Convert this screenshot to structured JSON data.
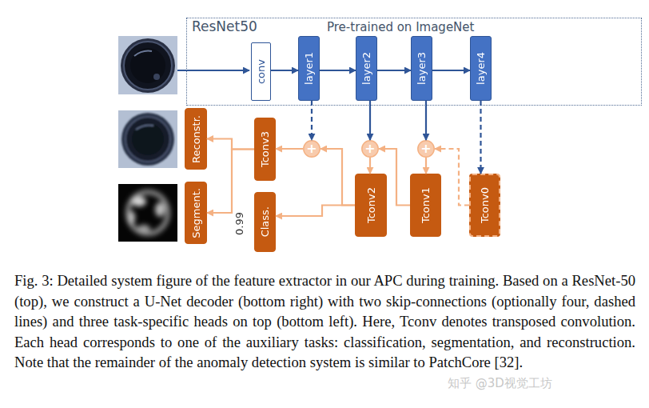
{
  "diagram": {
    "caption": "Fig. 3: Detailed system figure of the feature extractor in our APC during training. Based on a ResNet-50 (top), we construct a U-Net decoder (bottom right) with two skip-connections (optionally four, dashed lines) and three task-specific heads on top (bottom left). Here, Tconv denotes transposed convolution. Each head corresponds to one of the auxiliary tasks: classification, segmentation, and reconstruction. Note that the remainder of the anomaly detection system is similar to PatchCore [32].",
    "nodes": [
      {
        "text": [
          "ResNet50",
          "Pre-trained on ImageNet"
        ]
      },
      {
        "text": [
          "conv"
        ],
        "in": 0
      },
      {
        "text": [
          "layer1"
        ],
        "in": 0
      },
      {
        "text": [
          "layer2"
        ],
        "in": 0
      },
      {
        "text": [
          "layer3"
        ],
        "in": 0
      },
      {
        "text": [
          "layer4"
        ],
        "in": 0
      },
      {
        "text": [
          "Reconstr."
        ]
      },
      {
        "text": [
          "Tconv3"
        ]
      },
      {
        "text": [
          "+"
        ]
      },
      {
        "text": [
          "+"
        ]
      },
      {
        "text": [
          "+"
        ]
      },
      {
        "text": [
          "Segment."
        ]
      },
      {
        "text": [
          "Class."
        ]
      },
      {
        "text": [
          "Tconv2"
        ]
      },
      {
        "text": [
          "Tconv1"
        ]
      },
      {
        "text": [
          "Tconv0"
        ]
      }
    ],
    "edges": [
      {
        "from": 1,
        "to": 2,
        "arrow": "to"
      },
      {
        "from": 2,
        "to": 3,
        "arrow": "to"
      },
      {
        "from": 3,
        "to": 4,
        "arrow": "to"
      },
      {
        "from": 4,
        "to": 5,
        "arrow": "to"
      },
      {
        "from": 2,
        "to": 8,
        "arrow": "to"
      },
      {
        "from": 3,
        "to": 9,
        "arrow": "to"
      },
      {
        "from": 4,
        "to": 10,
        "arrow": "to"
      },
      {
        "from": 5,
        "to": 15,
        "arrow": "to"
      },
      {
        "from": 15,
        "to": 10,
        "arrow": "to"
      },
      {
        "from": 10,
        "to": 14,
        "arrow": "to"
      },
      {
        "from": 14,
        "to": 9,
        "arrow": "to"
      },
      {
        "from": 9,
        "to": 13,
        "arrow": "to"
      },
      {
        "from": 13,
        "to": 8,
        "arrow": "to"
      },
      {
        "from": 13,
        "to": 12,
        "arrow": "to"
      },
      {
        "from": 8,
        "to": 7,
        "arrow": "to"
      },
      {
        "from": 7,
        "to": 6,
        "arrow": "to"
      },
      {
        "from": 7,
        "to": 11,
        "arrow": "to"
      }
    ],
    "labels": [
      "0.99",
      "知乎 @3D视觉工坊"
    ]
  }
}
